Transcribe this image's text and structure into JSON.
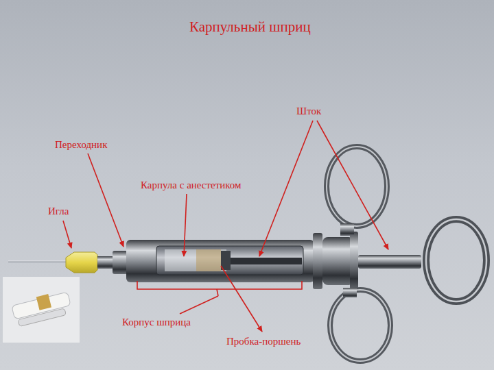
{
  "diagram": {
    "title": "Карпульный шприц",
    "labels": [
      "Шток",
      "Переходник",
      "Карпула с анестетиком",
      "Игла",
      "Корпус шприца",
      "Пробка-поршень"
    ]
  }
}
